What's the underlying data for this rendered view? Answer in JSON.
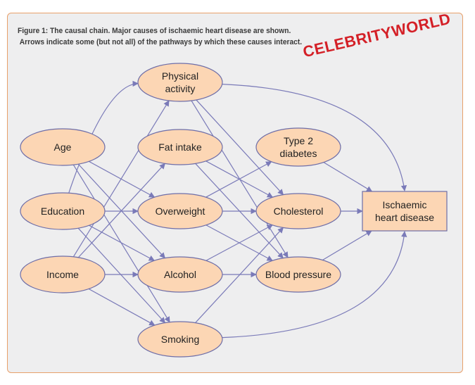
{
  "caption": {
    "line1": "Figure 1: The causal chain. Major causes of ischaemic heart disease are shown.",
    "line2": "Arrows indicate some (but not all) of the pathways by which these causes interact."
  },
  "watermark": "CELEBRITYWORLD",
  "colors": {
    "node_fill": "#fcd6b4",
    "node_stroke": "#6e6ea8",
    "arrow": "#7a7ab8",
    "frame_border": "#e8a06a",
    "background": "#eeeeef",
    "watermark": "#d42027"
  },
  "nodes": {
    "age": "Age",
    "education": "Education",
    "income": "Income",
    "physical_activity": [
      "Physical",
      "activity"
    ],
    "fat_intake": "Fat intake",
    "overweight": "Overweight",
    "alcohol": "Alcohol",
    "smoking": "Smoking",
    "type2_diabetes": [
      "Type 2",
      "diabetes"
    ],
    "cholesterol": "Cholesterol",
    "blood_pressure": "Blood pressure",
    "ischaemic_heart_disease": [
      "Ischaemic",
      "heart disease"
    ]
  },
  "edges": [
    [
      "age",
      "overweight"
    ],
    [
      "age",
      "alcohol"
    ],
    [
      "age",
      "smoking"
    ],
    [
      "education",
      "physical_activity"
    ],
    [
      "education",
      "overweight"
    ],
    [
      "education",
      "alcohol"
    ],
    [
      "education",
      "smoking"
    ],
    [
      "income",
      "physical_activity"
    ],
    [
      "income",
      "fat_intake"
    ],
    [
      "income",
      "alcohol"
    ],
    [
      "income",
      "smoking"
    ],
    [
      "physical_activity",
      "cholesterol"
    ],
    [
      "physical_activity",
      "blood_pressure"
    ],
    [
      "physical_activity",
      "ischaemic_heart_disease"
    ],
    [
      "fat_intake",
      "cholesterol"
    ],
    [
      "fat_intake",
      "blood_pressure"
    ],
    [
      "overweight",
      "type2_diabetes"
    ],
    [
      "overweight",
      "cholesterol"
    ],
    [
      "overweight",
      "blood_pressure"
    ],
    [
      "alcohol",
      "cholesterol"
    ],
    [
      "alcohol",
      "blood_pressure"
    ],
    [
      "smoking",
      "cholesterol"
    ],
    [
      "smoking",
      "ischaemic_heart_disease"
    ],
    [
      "type2_diabetes",
      "ischaemic_heart_disease"
    ],
    [
      "cholesterol",
      "ischaemic_heart_disease"
    ],
    [
      "blood_pressure",
      "ischaemic_heart_disease"
    ]
  ]
}
